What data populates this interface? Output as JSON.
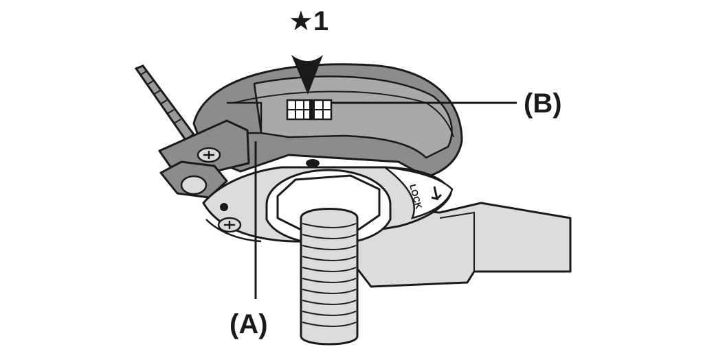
{
  "labels": {
    "star_marker": "★1",
    "callout_a": "(A)",
    "callout_b": "(B)",
    "lock_text": "LOCK"
  },
  "colors": {
    "outline": "#1a1a1a",
    "dark_fill": "#8c8c8c",
    "mid_fill": "#a9a9a9",
    "light_fill": "#dcdcdc",
    "white": "#ffffff"
  }
}
